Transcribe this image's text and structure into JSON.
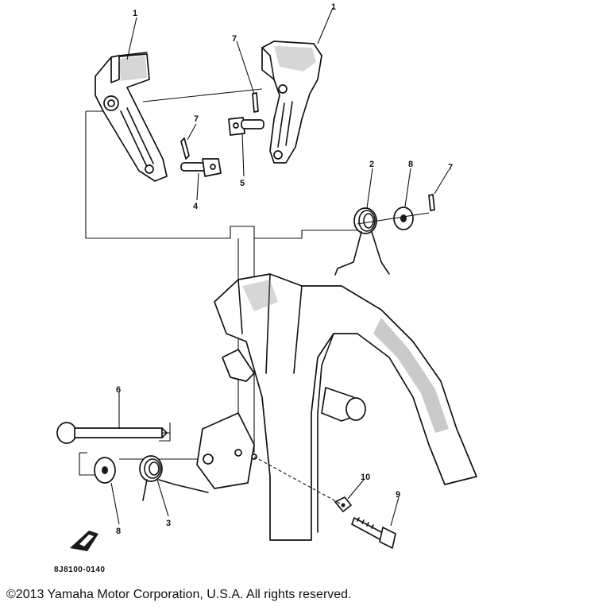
{
  "callouts": {
    "c1_left": "1",
    "c1_right": "1",
    "c2": "2",
    "c3": "3",
    "c4": "4",
    "c5": "5",
    "c6": "6",
    "c7_top": "7",
    "c7_mid": "7",
    "c7_right": "7",
    "c8_top": "8",
    "c8_bottom": "8",
    "c9": "9",
    "c10": "10"
  },
  "diagram_code": "8J8100-0140",
  "copyright": "©2013 Yamaha Motor Corporation, U.S.A. All rights reserved."
}
